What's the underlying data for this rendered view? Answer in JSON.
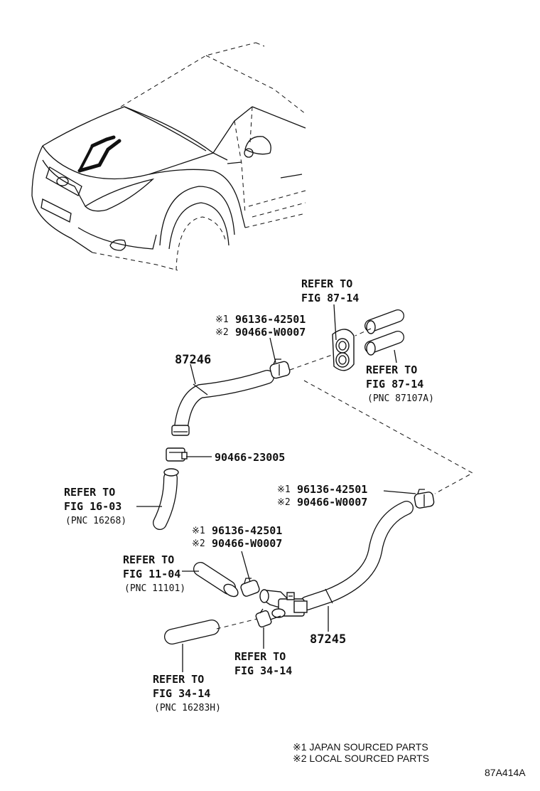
{
  "diagram": {
    "parts": {
      "hose_upper": "87246",
      "hose_lower": "87245",
      "clamp_mid": "90466-23005"
    },
    "clamp_groups": {
      "top": {
        "line1_mark": "※1",
        "line1_code": "96136-42501",
        "line2_mark": "※2",
        "line2_code": "90466-W0007"
      },
      "right": {
        "line1_mark": "※1",
        "line1_code": "96136-42501",
        "line2_mark": "※2",
        "line2_code": "90466-W0007"
      },
      "left": {
        "line1_mark": "※1",
        "line1_code": "96136-42501",
        "line2_mark": "※2",
        "line2_code": "90466-W0007"
      }
    },
    "refs": {
      "top": {
        "line1": "REFER TO",
        "line2": "FIG 87-14"
      },
      "right": {
        "line1": "REFER TO",
        "line2": "FIG 87-14",
        "line3": "(PNC 87107A)"
      },
      "left_upper": {
        "line1": "REFER TO",
        "line2": "FIG 16-03",
        "line3": "(PNC 16268)"
      },
      "left_mid": {
        "line1": "REFER TO",
        "line2": "FIG 11-04",
        "line3": "(PNC 11101)"
      },
      "center_bottom": {
        "line1": "REFER TO",
        "line2": "FIG 34-14"
      },
      "left_bottom": {
        "line1": "REFER TO",
        "line2": "FIG 34-14",
        "line3": "(PNC 16283H)"
      }
    },
    "legend": {
      "item1": "※1 JAPAN SOURCED PARTS",
      "item2": "※2 LOCAL SOURCED PARTS"
    },
    "figure_code": "87A414A"
  }
}
